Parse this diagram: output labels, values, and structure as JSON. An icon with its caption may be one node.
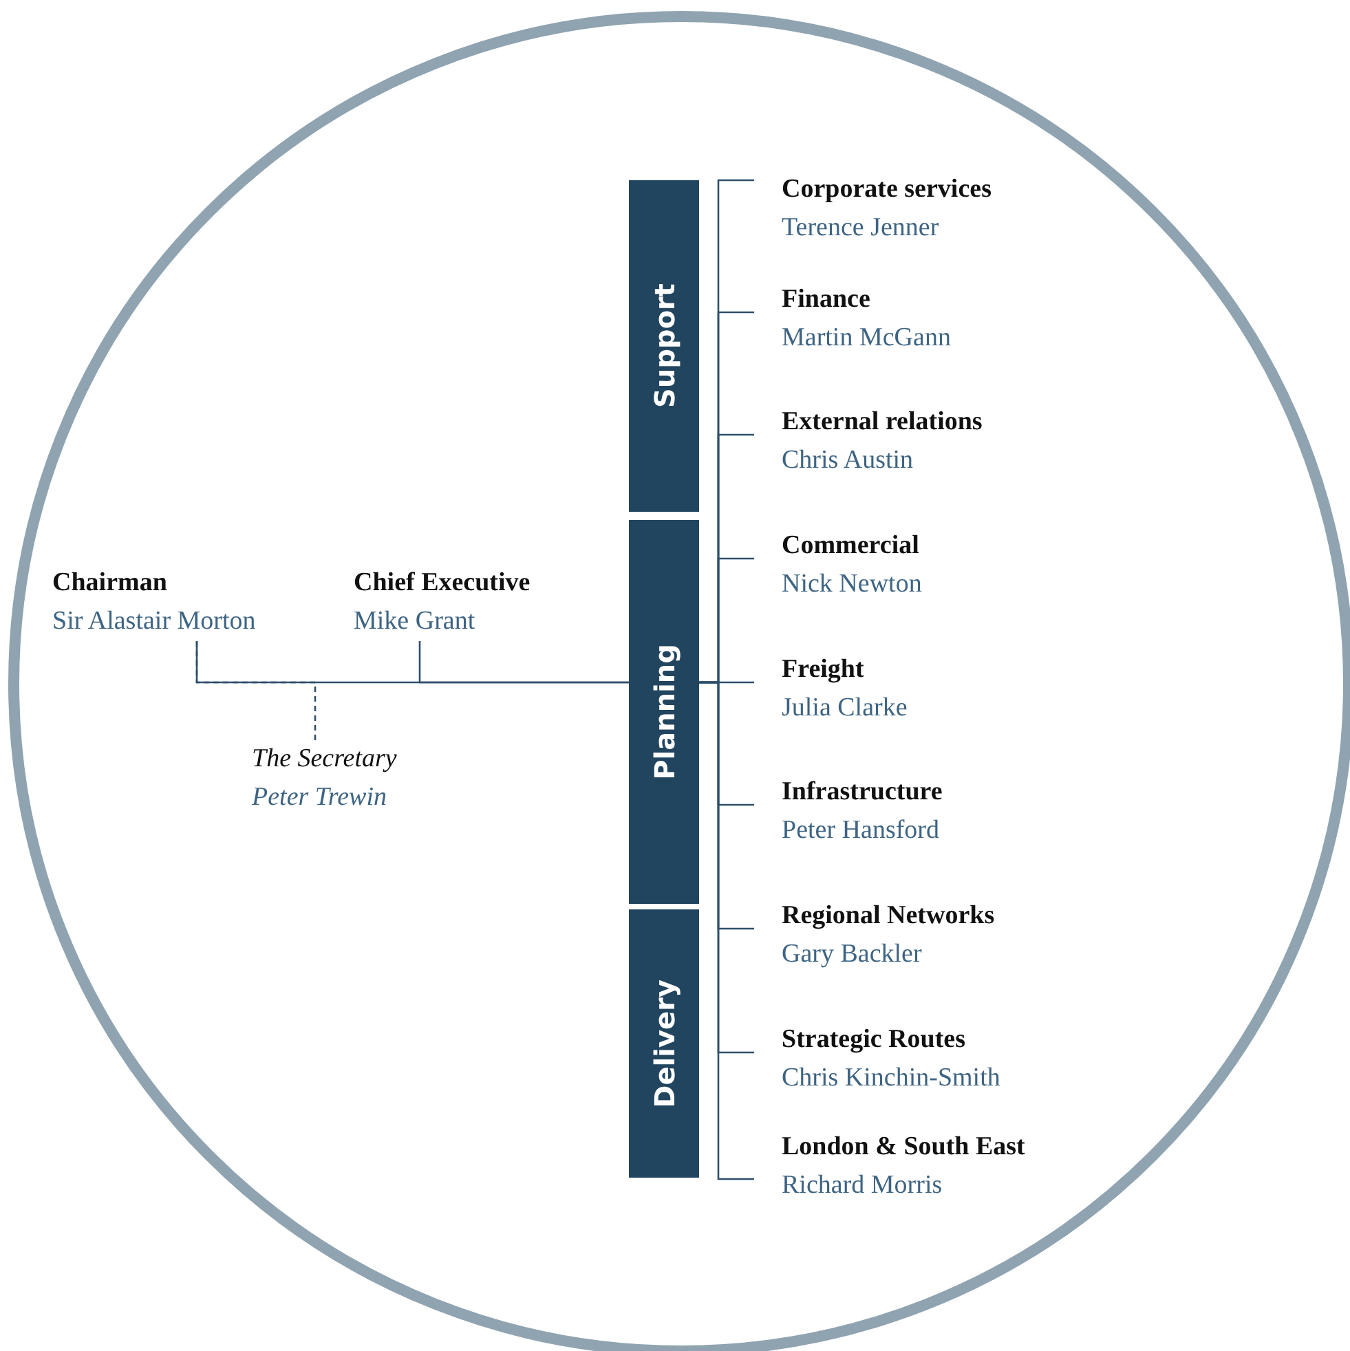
{
  "diagram": {
    "nodes": [
      {
        "text": [
          "Chairman",
          "Sir Alastair Morton"
        ]
      },
      {
        "text": [
          "Chief Executive",
          "Mike Grant"
        ]
      },
      {
        "text": [
          "The Secretary",
          "Peter Trewin"
        ]
      },
      {
        "text": [
          "Support"
        ]
      },
      {
        "text": [
          "Planning"
        ]
      },
      {
        "text": [
          "Delivery"
        ]
      },
      {
        "text": [
          "Corporate services",
          "Terence Jenner"
        ]
      },
      {
        "text": [
          "Finance",
          "Martin McGann"
        ]
      },
      {
        "text": [
          "External relations",
          "Chris Austin"
        ]
      },
      {
        "text": [
          "Commercial",
          "Nick Newton"
        ]
      },
      {
        "text": [
          "Freight",
          "Julia Clarke"
        ]
      },
      {
        "text": [
          "Infrastructure",
          "Peter Hansford"
        ]
      },
      {
        "text": [
          "Regional Networks",
          "Gary Backler"
        ]
      },
      {
        "text": [
          "Strategic Routes",
          "Chris Kinchin-Smith"
        ]
      },
      {
        "text": [
          "London & South East",
          "Richard Morris"
        ]
      }
    ],
    "edges": [
      {
        "from": 0,
        "to": 4,
        "arrow": "none"
      },
      {
        "from": 1,
        "to": 4,
        "arrow": "none"
      },
      {
        "from": 2,
        "to": 0,
        "arrow": "none",
        "style": "dashed"
      },
      {
        "from": 4,
        "to": 6,
        "arrow": "none"
      },
      {
        "from": 4,
        "to": 7,
        "arrow": "none"
      },
      {
        "from": 4,
        "to": 8,
        "arrow": "none"
      },
      {
        "from": 4,
        "to": 9,
        "arrow": "none"
      },
      {
        "from": 4,
        "to": 10,
        "arrow": "none"
      },
      {
        "from": 4,
        "to": 11,
        "arrow": "none"
      },
      {
        "from": 4,
        "to": 12,
        "arrow": "none"
      },
      {
        "from": 4,
        "to": 13,
        "arrow": "none"
      },
      {
        "from": 4,
        "to": 14,
        "arrow": "none"
      }
    ]
  }
}
